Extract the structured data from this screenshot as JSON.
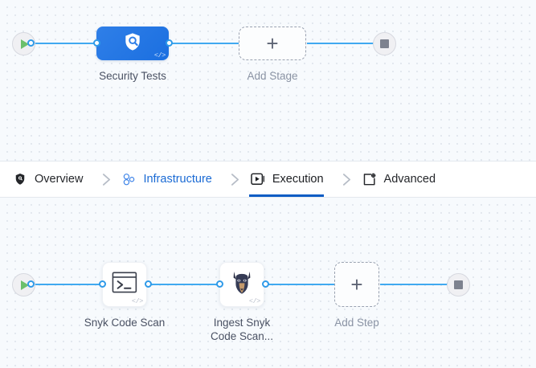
{
  "app": {
    "background_color": "#f7fafd",
    "accent_color": "#1a6ad4",
    "edge_color": "#40a9f0"
  },
  "tabbar": {
    "tabs": [
      {
        "id": "overview",
        "label": "Overview",
        "icon": "shield-icon",
        "state": "default"
      },
      {
        "id": "infrastructure",
        "label": "Infrastructure",
        "icon": "infrastructure-nodes-icon",
        "state": "link"
      },
      {
        "id": "execution",
        "label": "Execution",
        "icon": "play-box-icon",
        "state": "active"
      },
      {
        "id": "advanced",
        "label": "Advanced",
        "icon": "advanced-settings-icon",
        "state": "default"
      }
    ],
    "separator_icon": "chevron-right-icon"
  },
  "stage_pipeline": {
    "start_node": {
      "name": "pipeline-start",
      "icon": "play-icon"
    },
    "end_node": {
      "name": "pipeline-end",
      "icon": "stop-icon"
    },
    "stages": [
      {
        "id": "security-tests",
        "label": "Security Tests",
        "icon": "security-shield-scan-icon",
        "badge": "</>",
        "type": "stage"
      },
      {
        "id": "add-stage",
        "label": "Add Stage",
        "icon": "plus-icon",
        "type": "add"
      }
    ]
  },
  "step_pipeline": {
    "start_node": {
      "name": "execution-start",
      "icon": "play-icon"
    },
    "end_node": {
      "name": "execution-end",
      "icon": "stop-icon"
    },
    "steps": [
      {
        "id": "snyk-code-scan",
        "label": "Snyk Code Scan",
        "icon": "terminal-icon",
        "badge": "</>",
        "type": "step"
      },
      {
        "id": "ingest-snyk-code-scan",
        "label": "Ingest Snyk\nCode Scan...",
        "icon": "doberman-logo-icon",
        "badge": "</>",
        "type": "step"
      },
      {
        "id": "add-step",
        "label": "Add Step",
        "icon": "plus-icon",
        "type": "add"
      }
    ]
  }
}
